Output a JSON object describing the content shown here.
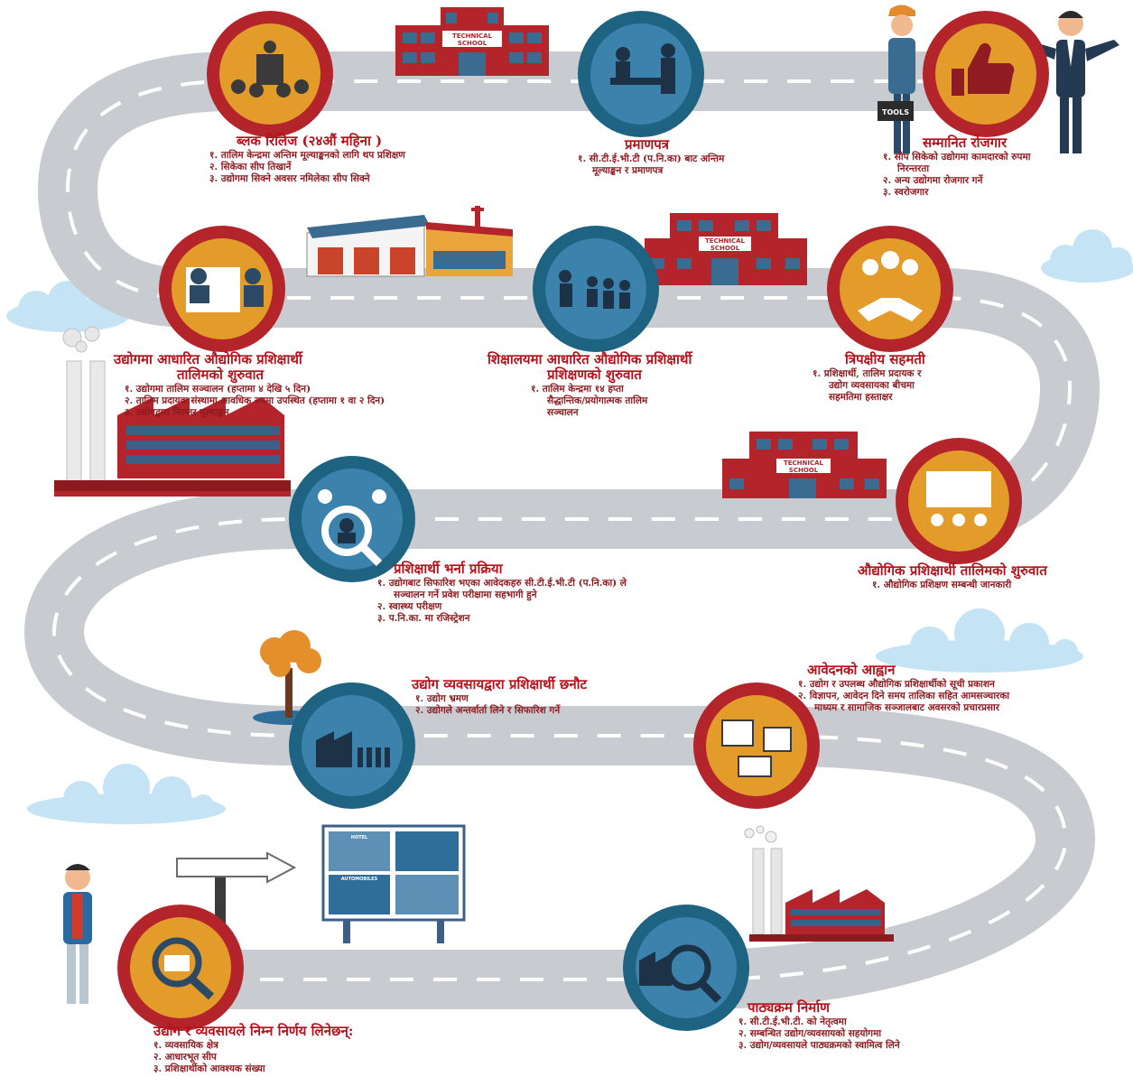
{
  "sign_labels": {
    "school": [
      "TECHNICAL",
      "SCHOOL"
    ],
    "tools": "TOOLS",
    "hotel": "HOTEL",
    "automobiles": "AUTOMOBILES"
  },
  "colors": {
    "road": "#c9ccd0",
    "ring_red": "#b3242b",
    "ring_blue": "#1e6381",
    "ring_steel": "#4d7f9c",
    "icon_orange": "#e39b2a",
    "icon_blue": "#2f78a4",
    "title_red": "#b5121b",
    "sky": "#bfe0f3",
    "factory": "#3b5f86"
  },
  "steps": {
    "s1": {
      "title": "ब्लक रिलिज (२४औं महिना )",
      "items": [
        "१. तालिम केन्द्रमा अन्तिम मूल्याङ्कनको लागि थप प्रशिक्षण",
        "२. सिकेका सीप तिखार्ने",
        "३. उद्योगमा सिक्ने अवसर नमिलेका सीप सिक्ने"
      ],
      "icon": "lecture-icon"
    },
    "s2": {
      "title": "प्रमाणपत्र",
      "items": [
        "१. सी.टी.ई.भी.टी (प.नि.का) बाट अन्तिम",
        "मूल्याङ्कन र प्रमाणपत्र"
      ],
      "icon": "certificate-icon"
    },
    "s3": {
      "title": "सम्मानित रोजगार",
      "items": [
        "१. सीप सिकेको उद्योगमा कामदारको रुपमा",
        "निरन्तरता",
        "२. अन्य उद्योगमा रोजगार गर्ने",
        "३. स्वरोजगार"
      ],
      "icon": "thumbs-up-icon"
    },
    "s4": {
      "title": [
        "उद्योगमा आधारित औद्योगिक प्रशिक्षार्थी",
        "तालिमको शुरुवात"
      ],
      "items": [
        "१. उद्योगमा तालिम सञ्चालन (हप्तामा ४ देखि ५ दिन)",
        "२. तालिम प्रदायक संस्थामा आवधिक रुपमा उपस्थित (हप्तामा १ वा २ दिन)",
        "३. उद्योगद्वारा निरन्तर मूल्याङ्कन"
      ],
      "icon": "workshop-icon"
    },
    "s5": {
      "title": [
        "शिक्षालयमा आधारित औद्योगिक प्रशिक्षार्थी",
        "प्रशिक्षणको शुरुवात"
      ],
      "items": [
        "१. तालिम केन्द्रमा १४ हप्ता",
        "सैद्धान्तिक/प्रयोगात्मक तालिम",
        "सञ्चालन"
      ],
      "icon": "classroom-icon"
    },
    "s6": {
      "title": "त्रिपक्षीय सहमती",
      "items": [
        "१. प्रशिक्षार्थी, तालिम प्रदायक र",
        "उद्योग व्यवसायका बीचमा",
        "सहमतिमा हस्ताक्षर"
      ],
      "icon": "handshake-icon"
    },
    "s7": {
      "title": "प्रशिक्षार्थी भर्ना प्रक्रिया",
      "items": [
        "१. उद्योगबाट सिफारिश भएका आवेदकहरु सी.टी.ई.भी.टी (प.नि.का) ले",
        "सञ्चालन गर्ने प्रवेश परीक्षामा सहभागी हुने",
        "२. स्वास्थ्य परीक्षण",
        "३. प.नि.का. मा रजिस्ट्रेशन"
      ],
      "icon": "search-person-icon"
    },
    "s8": {
      "title": "औद्योगिक प्रशिक्षार्थी तालिमको शुरुवात",
      "items": [
        "१. औद्योगिक प्रशिक्षण सम्बन्धी जानकारी"
      ],
      "icon": "presentation-icon"
    },
    "s9": {
      "title": "उद्योग व्यवसायद्वारा प्रशिक्षार्थी छनौट",
      "items": [
        "१. उद्योग भ्रमण",
        "२. उद्योगले अन्तर्वार्ता लिने र सिफारिश गर्ने"
      ],
      "icon": "factory-people-icon"
    },
    "s10": {
      "title": "आवेदनको आह्वान",
      "items": [
        "१. उद्योग र उपलब्ध औद्योगिक प्रशिक्षार्थीको सूची प्रकाशन",
        "२. विज्ञापन, आवेदन दिने समय तालिका सहित आमसञ्चारका",
        "माध्यम र सामाजिक सञ्जालबाट अवसरको प्रचारप्रसार"
      ],
      "icon": "media-icon"
    },
    "s11": {
      "title": "उद्योग र व्यवसायले निम्न निर्णय लिनेछन्:",
      "items": [
        "१. व्यवसायिक क्षेत्र",
        "२. आधारभूत सीप",
        "३. प्रशिक्षार्थीको आवश्यक संख्या"
      ],
      "icon": "briefcase-search-icon"
    },
    "s12": {
      "title": "पाठ्यक्रम निर्माण",
      "items": [
        "१. सी.टी.ई.भी.टी. को नेतृत्वमा",
        "२. सम्बन्धित उद्योग/व्यवसायको सहयोगमा",
        "३. उद्योग/व्यवसायले पाठ्यक्रमको स्वामित्व लिने"
      ],
      "icon": "factory-magnifier-icon"
    }
  }
}
